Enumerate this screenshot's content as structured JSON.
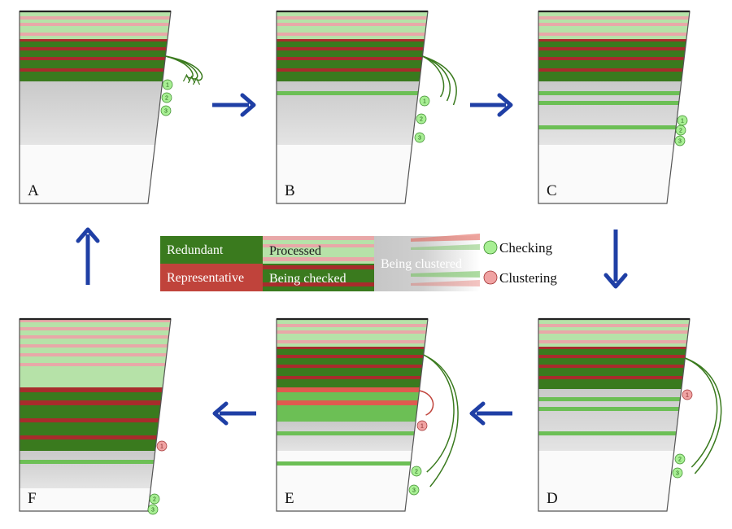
{
  "panels": [
    {
      "id": "A",
      "label": "A"
    },
    {
      "id": "B",
      "label": "B"
    },
    {
      "id": "C",
      "label": "C"
    },
    {
      "id": "D",
      "label": "D"
    },
    {
      "id": "E",
      "label": "E"
    },
    {
      "id": "F",
      "label": "F"
    }
  ],
  "legend": {
    "redundant": "Redundant",
    "representative": "Representative",
    "processed": "Processed",
    "being_checked": "Being checked",
    "being_clustered": "Being clustered",
    "checking": "Checking",
    "clustering": "Clustering"
  },
  "markers": {
    "a": [
      "1",
      "2",
      "3"
    ],
    "b": [
      "1",
      "2",
      "3"
    ],
    "c": [
      "1",
      "2",
      "3"
    ],
    "d": [
      "1",
      "2",
      "3"
    ],
    "e": [
      "1",
      "2",
      "3"
    ],
    "f": [
      "1",
      "2",
      "3"
    ]
  },
  "colors": {
    "dark_green": "#3a7a1e",
    "dark_red": "#a82c2c",
    "light_green": "#b6e2a8",
    "light_pink": "#e8a8a8",
    "mid_green": "#6cbf55",
    "gray": "#d4d4d4",
    "arrow_blue": "#1f3fa5",
    "check_marker": "#a8ef94",
    "cluster_marker": "#f0a3a3"
  }
}
